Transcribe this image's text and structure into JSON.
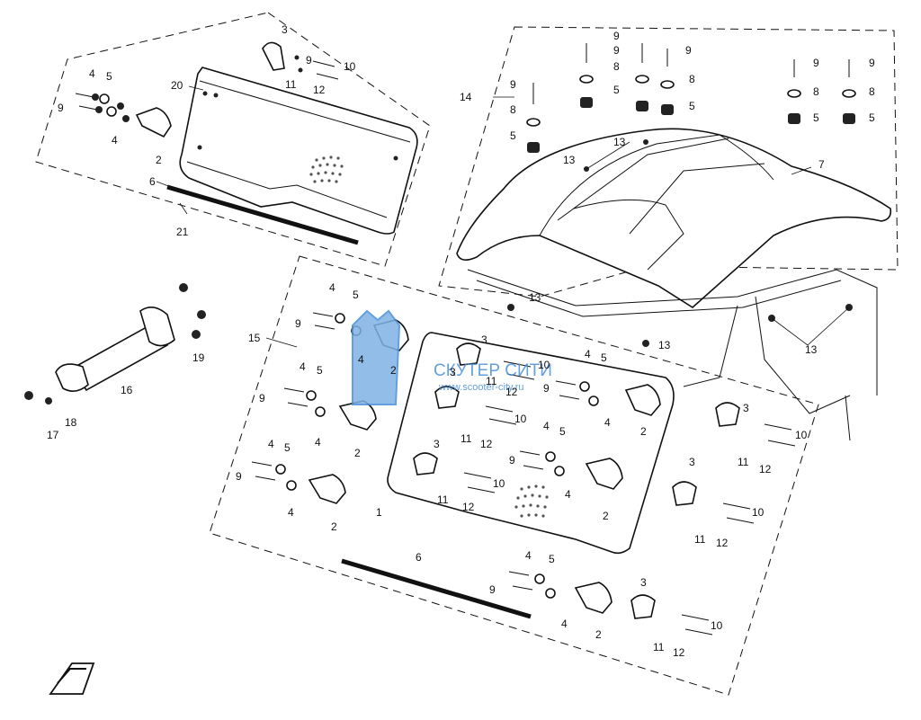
{
  "diagram": {
    "watermark": {
      "line1": "СКУТЕР СИТИ",
      "line2": "www.scooter-city.ru",
      "color": "#4a90d9"
    },
    "arrow_emblem": "arrow-emblem-icon",
    "callouts": {
      "c1": "1",
      "c2": "2",
      "c3": "3",
      "c4": "4",
      "c5": "5",
      "c6": "6",
      "c7": "7",
      "c8": "8",
      "c9": "9",
      "c10": "10",
      "c11": "11",
      "c12": "12",
      "c13": "13",
      "c14": "14",
      "c15": "15",
      "c16": "16",
      "c17": "17",
      "c18": "18",
      "c19": "19",
      "c20": "20",
      "c21": "21"
    }
  }
}
